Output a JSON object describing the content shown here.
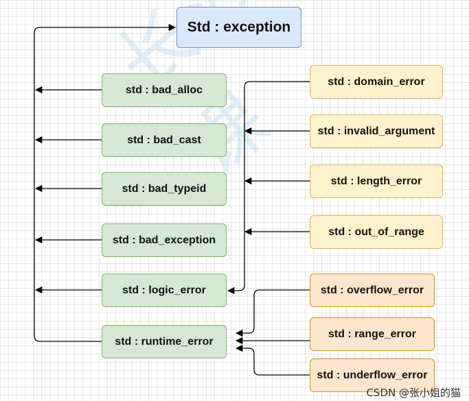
{
  "diagram": {
    "root": "Std : exception",
    "left_column": [
      "std : bad_alloc",
      "std : bad_cast",
      "std : bad_typeid",
      "std : bad_exception",
      "std : logic_error",
      "std : runtime_error"
    ],
    "logic_children": [
      "std : domain_error",
      "std : invalid_argument",
      "std : length_error",
      "std : out_of_range"
    ],
    "runtime_children": [
      "std : overflow_error",
      "std : range_error",
      "std : underflow_error"
    ],
    "colors": {
      "root_fill": "#dae8fc",
      "root_border": "#6c8ebf",
      "green_fill": "#d5e8d4",
      "green_border": "#82b366",
      "yellow_fill": "#fff2cc",
      "yellow_border": "#d6b656",
      "orange_fill": "#ffe6cc",
      "orange_border": "#d79b00",
      "edge": "#000000"
    }
  },
  "watermark": {
    "text": "CSDN @张小姐的猫"
  }
}
